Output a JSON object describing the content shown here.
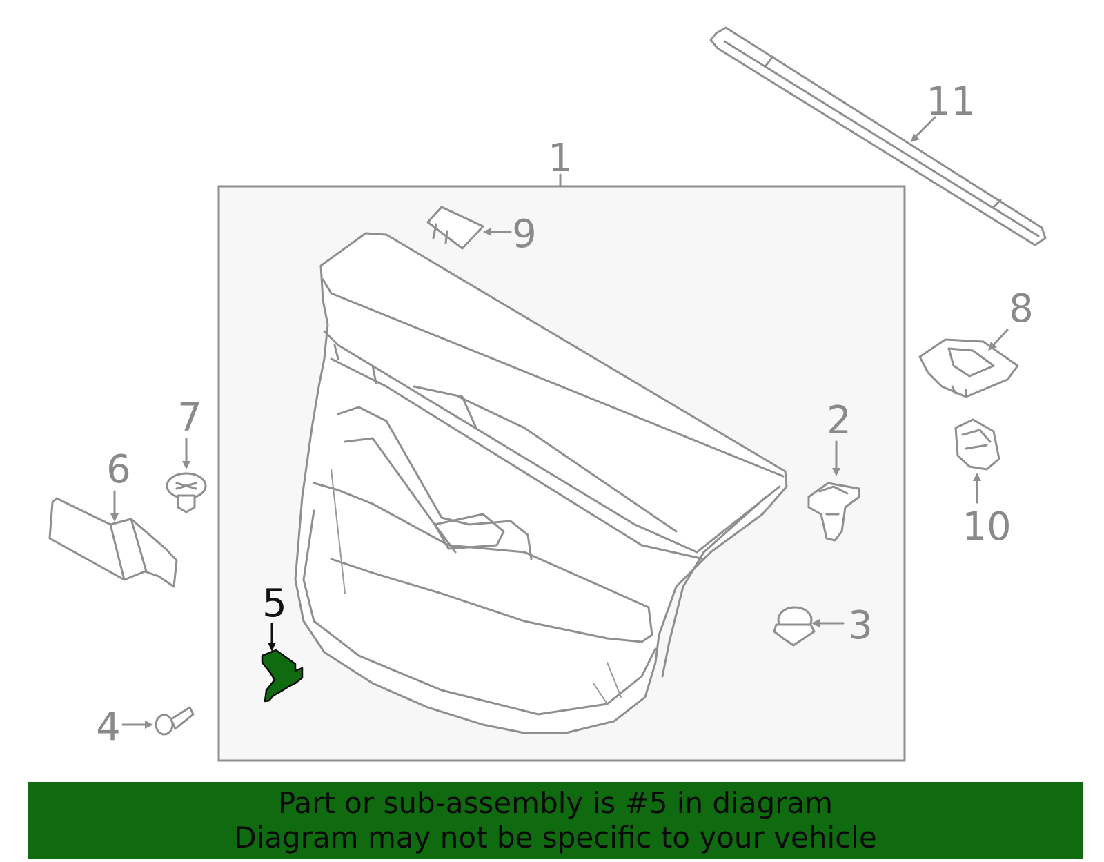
{
  "diagram": {
    "callouts": [
      {
        "id": "1",
        "label": "1",
        "highlighted": false
      },
      {
        "id": "2",
        "label": "2",
        "highlighted": false
      },
      {
        "id": "3",
        "label": "3",
        "highlighted": false
      },
      {
        "id": "4",
        "label": "4",
        "highlighted": false
      },
      {
        "id": "5",
        "label": "5",
        "highlighted": true
      },
      {
        "id": "6",
        "label": "6",
        "highlighted": false
      },
      {
        "id": "7",
        "label": "7",
        "highlighted": false
      },
      {
        "id": "8",
        "label": "8",
        "highlighted": false
      },
      {
        "id": "9",
        "label": "9",
        "highlighted": false
      },
      {
        "id": "10",
        "label": "10",
        "highlighted": false
      },
      {
        "id": "11",
        "label": "11",
        "highlighted": false
      }
    ],
    "highlight_color": "#0f6a10",
    "line_color": "#8f8f8f"
  },
  "banner": {
    "line1": "Part or sub-assembly is #5 in diagram",
    "line2": "Diagram may not be specific to your vehicle",
    "background": "#0f6a10"
  }
}
